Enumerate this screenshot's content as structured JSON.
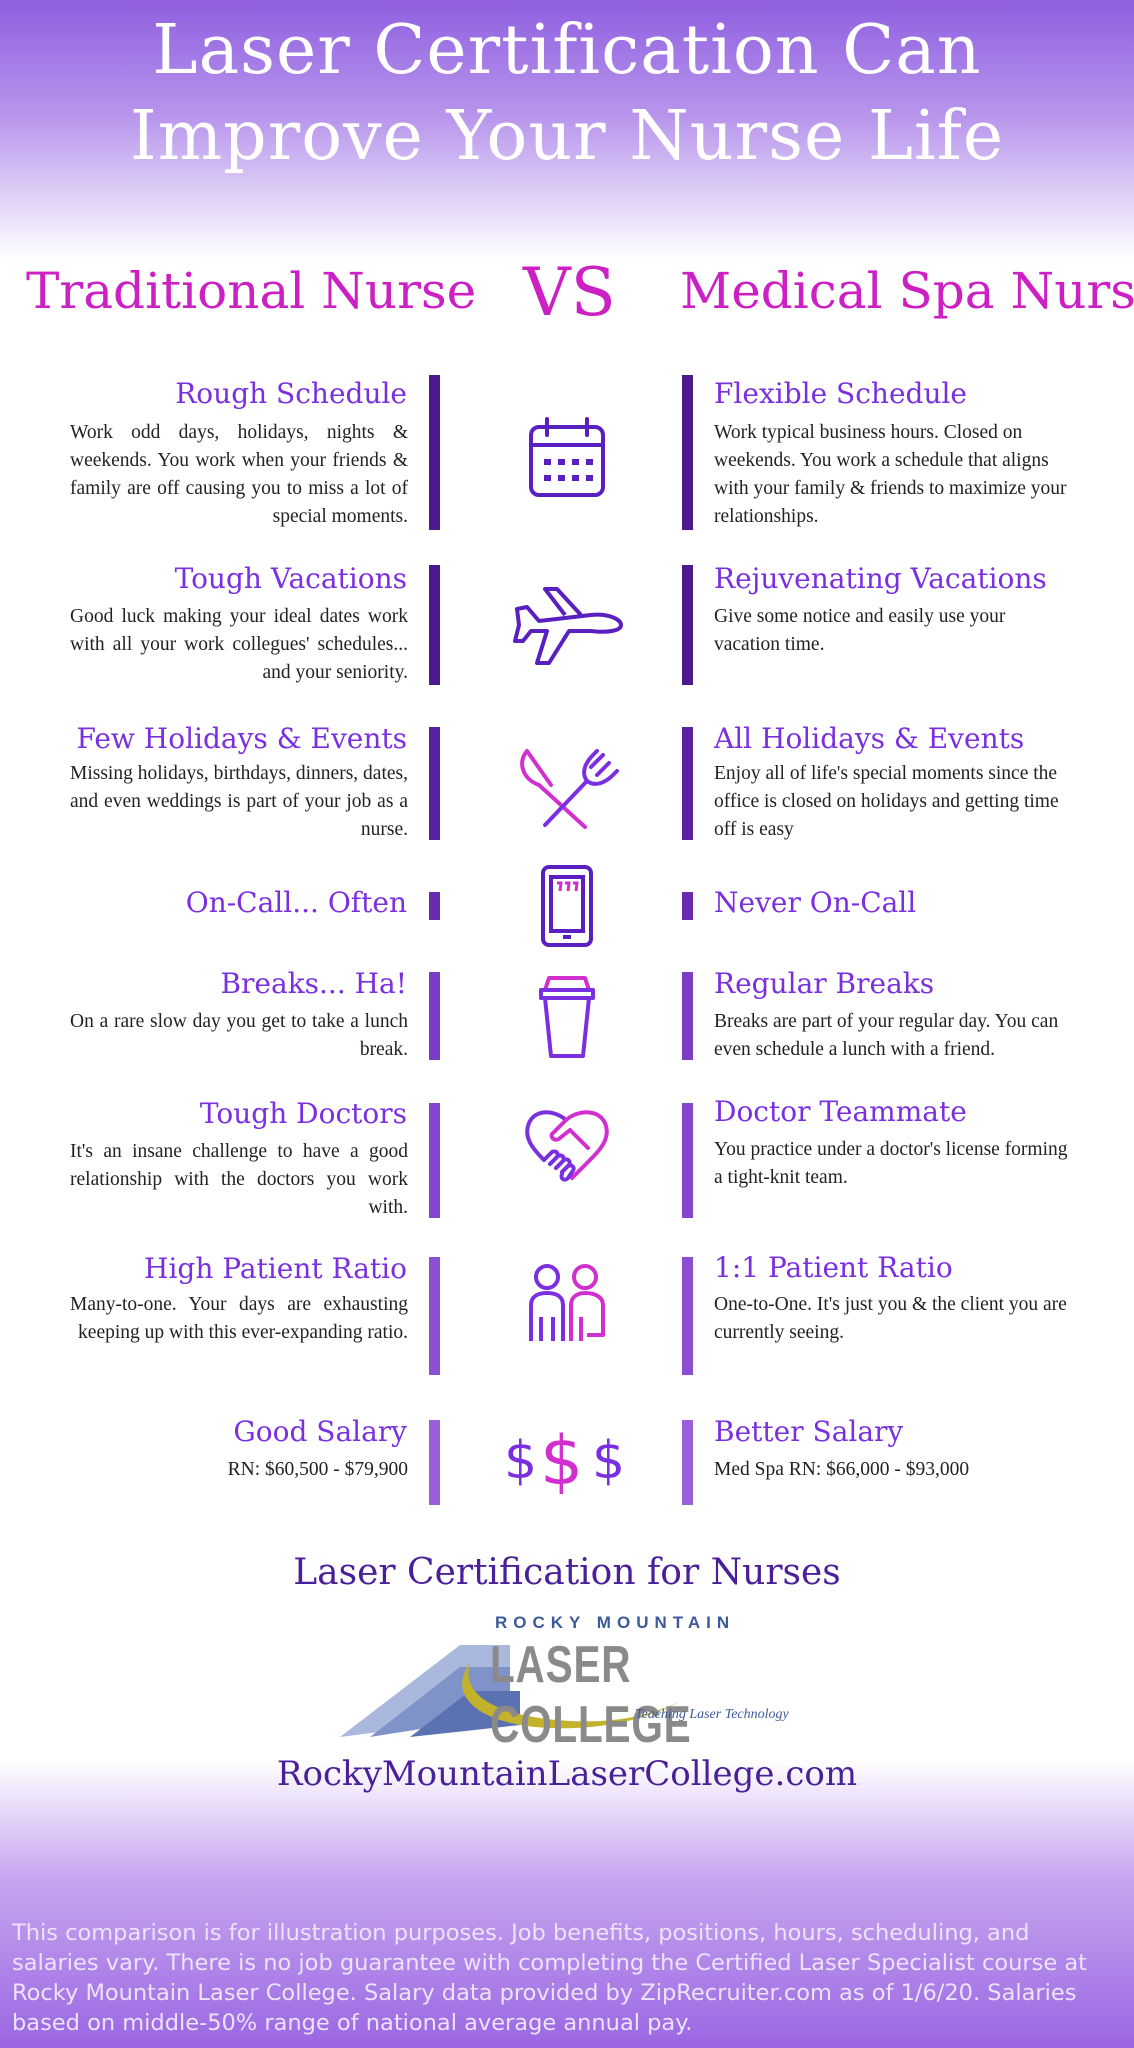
{
  "title": "Laser Certification Can Improve Your Nurse Life",
  "headings": {
    "left": "Traditional Nurse",
    "vs": "VS",
    "right": "Medical Spa Nurse"
  },
  "rows": [
    {
      "icon": "calendar-icon",
      "left_title": "Rough Schedule",
      "left_text": "Work odd days, holidays, nights & weekends. You work when your friends & family are off causing you to miss a lot of special moments.",
      "right_title": "Flexible Schedule",
      "right_text": "Work typical business hours. Closed on weekends. You work a schedule that aligns with your family & friends to maximize your relationships."
    },
    {
      "icon": "airplane-icon",
      "left_title": "Tough Vacations",
      "left_text": "Good luck making your ideal dates work with all your work collegues' schedules... and your seniority.",
      "right_title": "Rejuvenating Vacations",
      "right_text": "Give some notice and easily use your vacation time."
    },
    {
      "icon": "fork-knife-icon",
      "left_title": "Few Holidays & Events",
      "left_text": "Missing holidays, birthdays, dinners, dates, and even weddings is part of your job as a nurse.",
      "right_title": "All Holidays & Events",
      "right_text": "Enjoy all of life's special moments since the office is closed on holidays and getting time off is easy"
    },
    {
      "icon": "phone-icon",
      "left_title": "On-Call... Often",
      "left_text": "",
      "right_title": "Never On-Call",
      "right_text": ""
    },
    {
      "icon": "coffee-cup-icon",
      "left_title": "Breaks... Ha!",
      "left_text": "On a rare slow day you get to take a lunch break.",
      "right_title": "Regular Breaks",
      "right_text": "Breaks are part of your regular day. You can even schedule a lunch with a friend."
    },
    {
      "icon": "handshake-icon",
      "left_title": "Tough Doctors",
      "left_text": "It's an insane challenge to have a good relationship with the doctors you work with.",
      "right_title": "Doctor Teammate",
      "right_text": "You practice under a doctor's license forming a tight-knit team."
    },
    {
      "icon": "people-icon",
      "left_title": "High Patient Ratio",
      "left_text": "Many-to-one. Your days are exhausting keeping up with this ever-expanding ratio.",
      "right_title": "1:1 Patient Ratio",
      "right_text": "One-to-One. It's just you & the client you are currently seeing."
    },
    {
      "icon": "dollar-icon",
      "left_title": "Good Salary",
      "left_text": "RN: $60,500 - $79,900",
      "right_title": "Better Salary",
      "right_text": "Med Spa RN: $66,000 - $93,000"
    }
  ],
  "cert_heading": "Laser Certification for Nurses",
  "logo": {
    "top": "ROCKY MOUNTAIN",
    "main": "LASER COLLEGE",
    "tagline": "Teaching Laser Technology"
  },
  "website": "RockyMountainLaserCollege.com",
  "disclaimer": "This comparison is for illustration purposes. Job benefits, positions, hours, scheduling, and salaries vary. There is no job guarantee with completing the Certified Laser Specialist course at Rocky Mountain Laser College.  Salary data provided by ZipRecruiter.com as of 1/6/20. Salaries based on middle-50% range of national average annual pay.",
  "colors": {
    "title_gradient_top": "#8f5fe0",
    "heading_magenta": "#cc1fc4",
    "subtitle_purple": "#7a2fe0",
    "dark_purple": "#4a1f9a",
    "bar_dark": "#4b1a8c",
    "bar_light": "#9057d8"
  }
}
